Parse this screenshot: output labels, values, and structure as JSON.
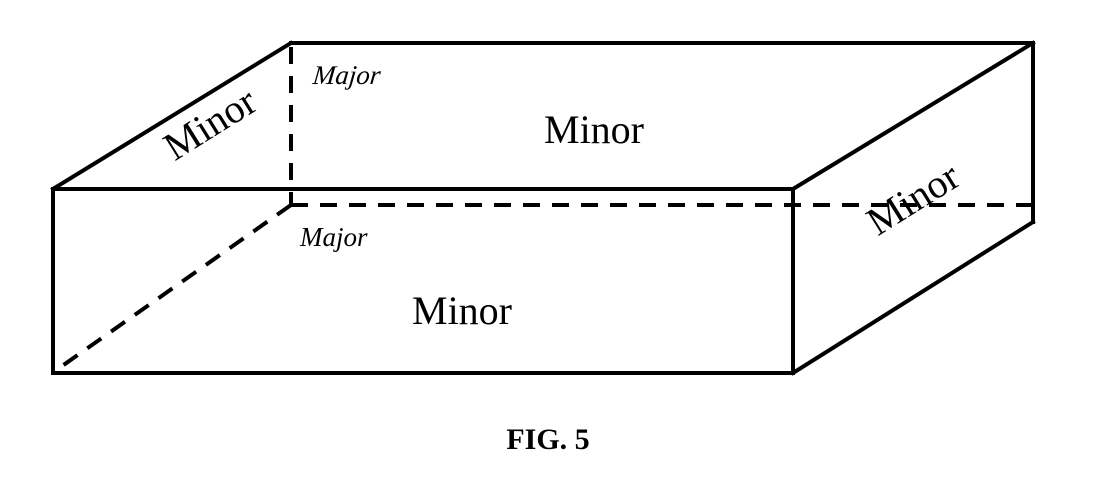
{
  "figure": {
    "faces": {
      "top": "Minor",
      "front": "Minor",
      "left": "Minor",
      "right": "Minor",
      "back": "Major",
      "bottom": "Major"
    },
    "caption": "FIG. 5"
  }
}
